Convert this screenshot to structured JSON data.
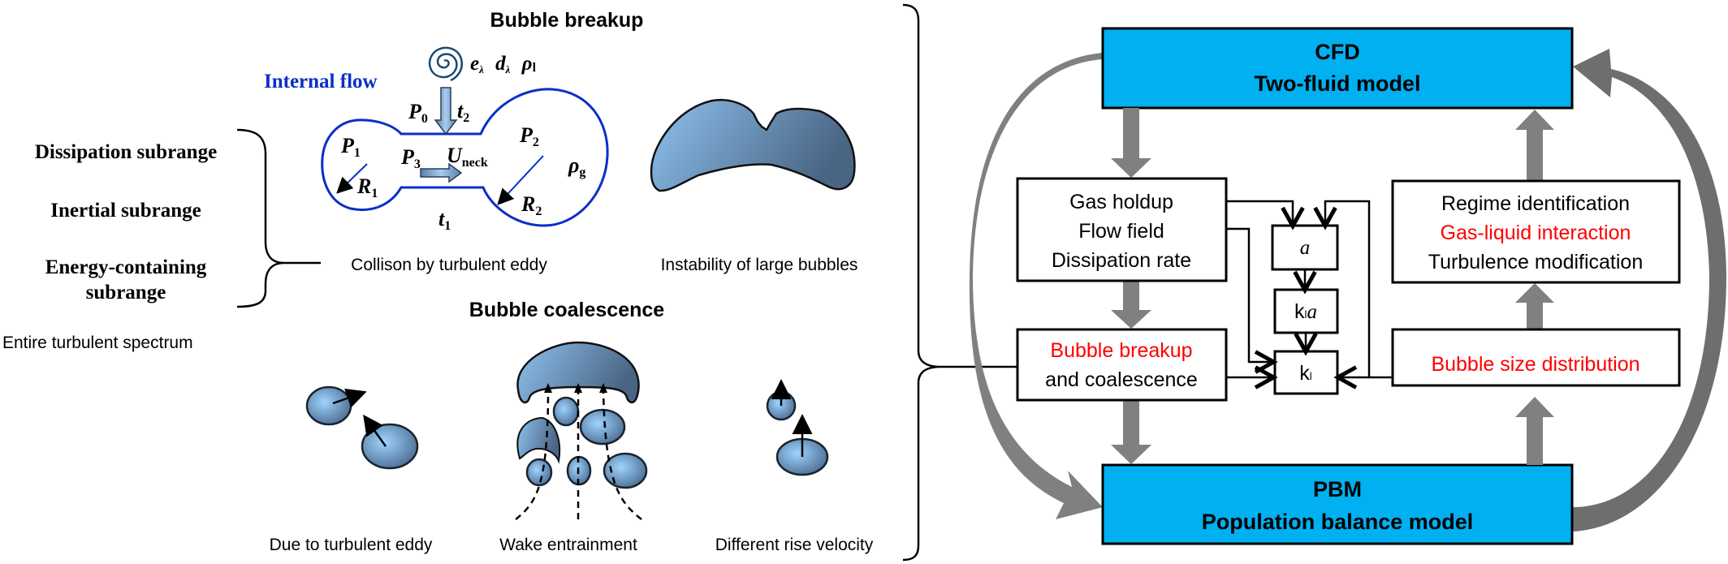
{
  "left_panel": {
    "breakup_title": "Bubble breakup",
    "coalescence_title": "Bubble coalescence",
    "internal_flow_label": "Internal flow",
    "turbulence_symbols": {
      "e": "e",
      "e_sub": "λ",
      "d": "d",
      "d_sub": "λ",
      "rho": "ρ",
      "rho_sub": "l"
    },
    "neck_labels": {
      "P0": "P",
      "P0_sub": "0",
      "t2": "t",
      "t2_sub": "2",
      "P1": "P",
      "P1_sub": "1",
      "P3": "P",
      "P3_sub": "3",
      "U": "U",
      "U_sub": "neck",
      "P2": "P",
      "P2_sub": "2",
      "rho_g": "ρ",
      "rho_g_sub": "g",
      "R1": "R",
      "R1_sub": "1",
      "R2": "R",
      "R2_sub": "2",
      "t1": "t",
      "t1_sub": "1"
    },
    "subranges": [
      "Dissipation subrange",
      "Inertial subrange",
      "Energy-containing",
      "subrange"
    ],
    "entire_spectrum": "Entire turbulent spectrum",
    "breakup_captions": [
      "Collison by turbulent eddy",
      "Instability of large bubbles"
    ],
    "coalescence_captions": [
      "Due to turbulent eddy",
      "Wake entrainment",
      "Different rise velocity"
    ]
  },
  "right_panel": {
    "cfd": {
      "line1": "CFD",
      "line2": "Two-fluid model"
    },
    "pbm": {
      "line1": "PBM",
      "line2": "Population balance model"
    },
    "cfd_outputs": [
      "Gas holdup",
      "Flow field",
      "Dissipation rate"
    ],
    "breakup_box": {
      "line1": "Bubble breakup",
      "line2": "and coalescence"
    },
    "mass_transfer": {
      "a": "a",
      "kla_k": "k",
      "kla_sub": "l",
      "kla_a": "a",
      "kl_k": "k",
      "kl_sub": "l"
    },
    "closure_box": [
      "Regime identification",
      "Gas-liquid interaction",
      "Turbulence modification"
    ],
    "bsd_box": "Bubble size distribution"
  },
  "colors": {
    "model_box": "#00b0f0",
    "highlight_text": "#ff0000",
    "internal_flow": "#0a2fc8",
    "arrow_gray": "#808080"
  }
}
